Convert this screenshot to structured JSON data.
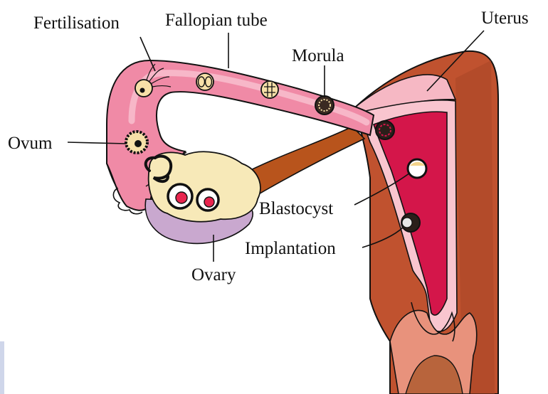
{
  "diagram": {
    "labels": {
      "fertilisation": "Fertilisation",
      "fallopian_tube": "Fallopian tube",
      "uterus": "Uterus",
      "morula": "Morula",
      "ovum": "Ovum",
      "blastocyst": "Blastocyst",
      "implantation": "Implantation",
      "ovary": "Ovary"
    },
    "colors": {
      "tube_pink": "#f08aa6",
      "tube_inner": "#f7b7c8",
      "uterus_wall": "#c0522f",
      "uterus_lining": "#f9c5cf",
      "uterine_cavity": "#d4164a",
      "ovary_yellow": "#f7e9b8",
      "ovary_lilac": "#c9a8cf",
      "ligament_brown": "#b8541c"
    }
  }
}
